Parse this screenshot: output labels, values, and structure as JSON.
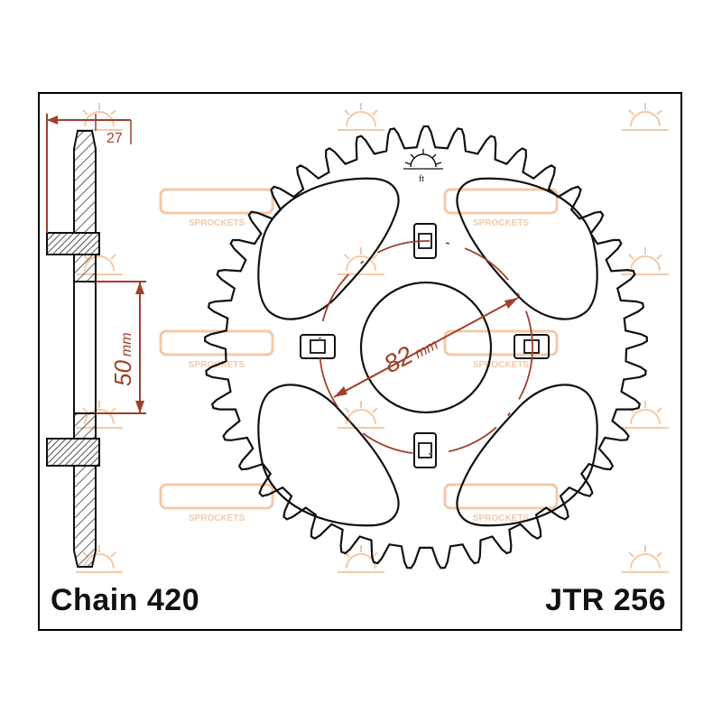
{
  "diagram": {
    "chain_label": "Chain 420",
    "part_number": "JTR 256",
    "offset_dimension": "27",
    "offset_dimension_value": 27,
    "hub_height_value": 50,
    "hub_height_unit": "mm",
    "pcd_value": 82,
    "pcd_unit": "mm",
    "teeth_count": 41,
    "bolt_holes": 4,
    "watermark_brand": "SPROCKETS",
    "colors": {
      "outline": "#1a1a1a",
      "dimension": "#a0402a",
      "watermark": "#f4c9a8"
    }
  }
}
